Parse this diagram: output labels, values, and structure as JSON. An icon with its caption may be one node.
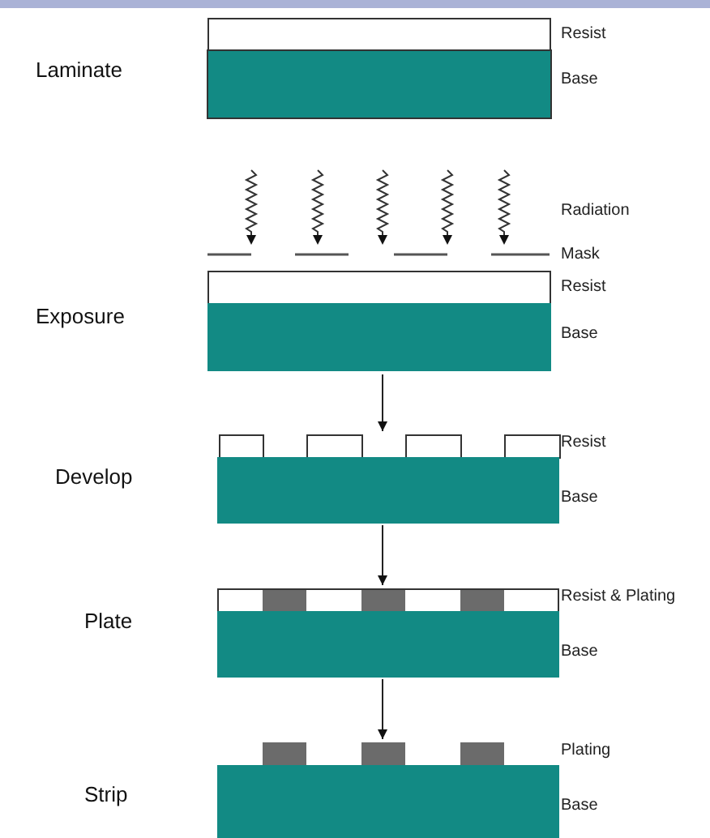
{
  "diagram": {
    "nodes": [
      {
        "text": [
          "Laminate"
        ],
        "beside": [
          "Resist",
          "Base"
        ]
      },
      {
        "text": [
          "Exposure"
        ],
        "beside": [
          "Radiation",
          "Mask",
          "Resist",
          "Base"
        ]
      },
      {
        "text": [
          "Develop"
        ],
        "beside": [
          "Resist",
          "Base"
        ]
      },
      {
        "text": [
          "Plate"
        ],
        "beside": [
          "Resist & Plating",
          "Base"
        ]
      },
      {
        "text": [
          "Strip"
        ],
        "beside": [
          "Plating",
          "Base"
        ]
      }
    ],
    "edges": [
      {
        "from": 1,
        "to": 2,
        "arrow": "to"
      },
      {
        "from": 2,
        "to": 3,
        "arrow": "to"
      },
      {
        "from": 3,
        "to": 4,
        "arrow": "to"
      }
    ]
  }
}
